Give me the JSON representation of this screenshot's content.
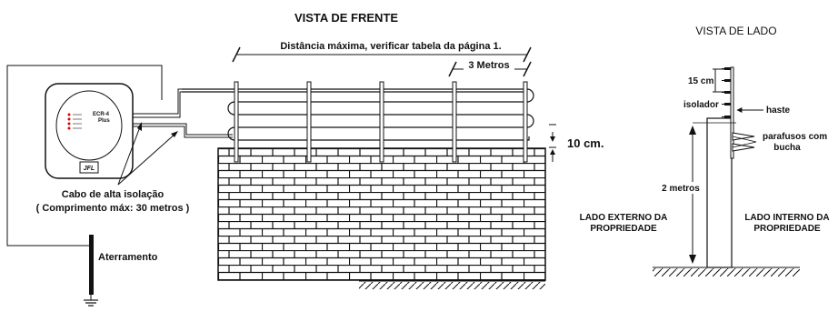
{
  "front_view": {
    "title": "VISTA DE FRENTE",
    "max_distance_label": "Distância máxima, verificar tabela da página 1.",
    "spacing_label": "3 Metros",
    "wire_gap_label": "10 cm.",
    "cable_label_line1": "Cabo de alta isolação",
    "cable_label_line2": "( Comprimento máx: 30 metros )",
    "grounding_label": "Aterramento",
    "device": {
      "model_line1": "ECR-4",
      "model_line2": "Plus",
      "brand": "JFL"
    }
  },
  "side_view": {
    "title": "VISTA DE LADO",
    "spacing_label": "15 cm",
    "insulator_label": "isolador",
    "rod_label": "haste",
    "screws_label_line1": "parafusos com",
    "screws_label_line2": "bucha",
    "height_label": "2 metros",
    "outside_label_line1": "LADO EXTERNO DA",
    "outside_label_line2": "PROPRIEDADE",
    "inside_label_line1": "LADO INTERNO DA",
    "inside_label_line2": "PROPRIEDADE"
  }
}
